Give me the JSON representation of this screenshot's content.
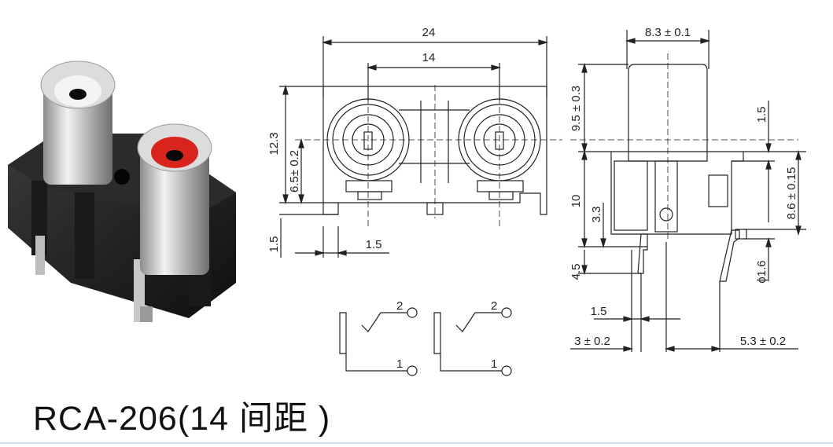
{
  "product": {
    "title": "RCA-206(14 间距 )"
  },
  "front_view": {
    "dims": {
      "overall_width": "24",
      "jack_pitch": "14",
      "height": "12.3",
      "center_height": "6.5± 0.2",
      "foot_height": "1.5",
      "foot_width": "1.5"
    }
  },
  "side_view": {
    "dims": {
      "barrel_diameter": "8.3 ± 0.1",
      "barrel_height": "9.5 ± 0.3",
      "body_height": "10",
      "step_height": "3.3",
      "pin_length": "4.5",
      "pin_pitch": "1.5",
      "pin_offset": "3 ± 0.2",
      "rear_offset": "5.3 ± 0.2",
      "tab_height": "1.5",
      "tab_distance": "8.6 ± 0.15",
      "pin_diameter": "ϕ1.6"
    }
  },
  "schematic": {
    "pins": [
      "2",
      "1",
      "2",
      "1"
    ]
  },
  "colors": {
    "line": "#222222",
    "white_jack_insert": "#f4f4f4",
    "red_jack_insert": "#d8241c",
    "housing": "#1c1c1c",
    "metal": "#c8c8c8",
    "rule": "#cfe2ee"
  }
}
